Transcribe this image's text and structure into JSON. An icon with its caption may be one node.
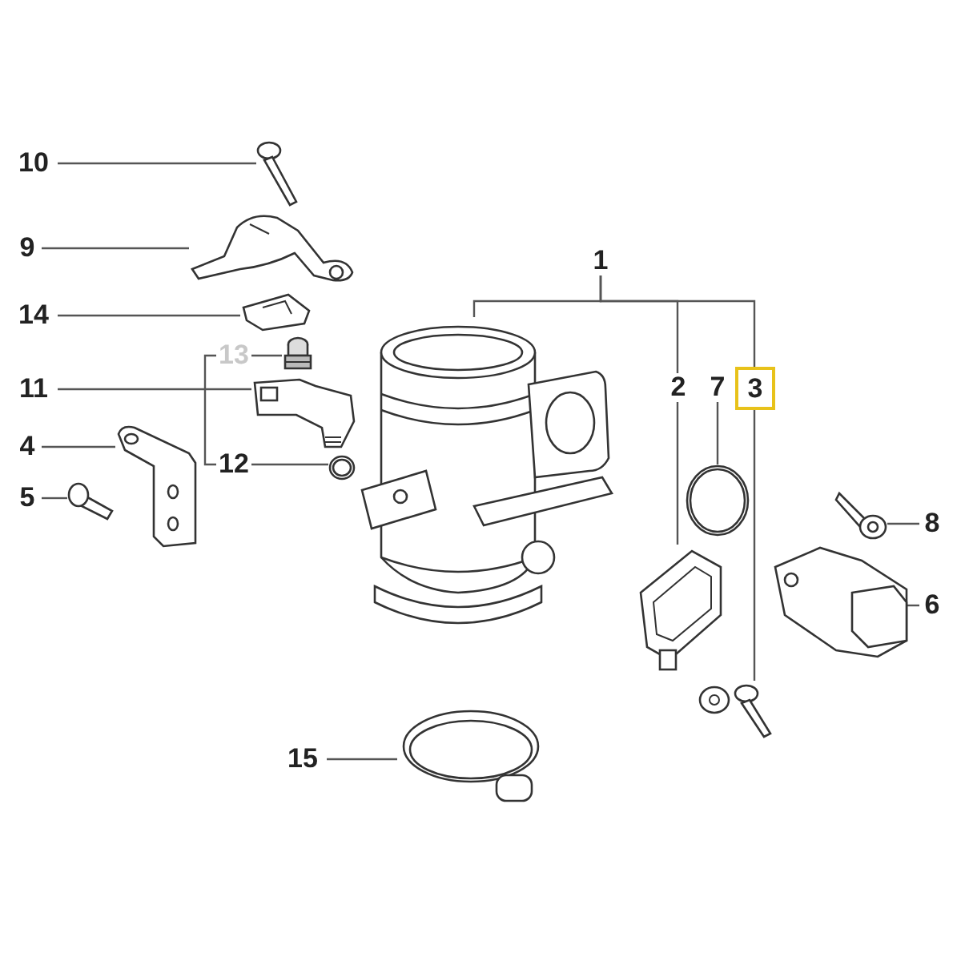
{
  "diagram": {
    "nodes": [
      {
        "text": [
          "10"
        ]
      },
      {
        "text": [],
        "shape": "picture"
      },
      {
        "text": [
          "9"
        ]
      },
      {
        "text": [],
        "shape": "picture"
      },
      {
        "text": [
          "14"
        ]
      },
      {
        "text": [],
        "shape": "picture"
      },
      {
        "text": [
          "13"
        ]
      },
      {
        "text": [],
        "shape": "picture"
      },
      {
        "text": [
          "11"
        ]
      },
      {
        "text": [],
        "shape": "picture"
      },
      {
        "text": [
          "4"
        ]
      },
      {
        "text": [],
        "shape": "picture"
      },
      {
        "text": [
          "12"
        ]
      },
      {
        "text": [],
        "shape": "picture"
      },
      {
        "text": [
          "5"
        ]
      },
      {
        "text": [],
        "shape": "picture"
      },
      {
        "text": [
          "1"
        ]
      },
      {
        "text": [],
        "shape": "picture"
      },
      {
        "text": [
          "2"
        ]
      },
      {
        "text": [],
        "shape": "picture"
      },
      {
        "text": [
          "7"
        ]
      },
      {
        "text": [],
        "shape": "picture"
      },
      {
        "text": [
          "3"
        ]
      },
      {
        "text": [],
        "shape": "picture"
      },
      {
        "text": [
          "8"
        ]
      },
      {
        "text": [],
        "shape": "picture"
      },
      {
        "text": [
          "6"
        ]
      },
      {
        "text": [],
        "shape": "picture"
      },
      {
        "text": [
          "15"
        ]
      },
      {
        "text": [],
        "shape": "picture"
      }
    ],
    "edges": [
      {
        "from": 0,
        "to": 1,
        "arrow": "none"
      },
      {
        "from": 2,
        "to": 3,
        "arrow": "none"
      },
      {
        "from": 4,
        "to": 5,
        "arrow": "none"
      },
      {
        "from": 6,
        "to": 7,
        "arrow": "none"
      },
      {
        "from": 8,
        "to": 9,
        "arrow": "none"
      },
      {
        "from": 10,
        "to": 11,
        "arrow": "none"
      },
      {
        "from": 12,
        "to": 13,
        "arrow": "none"
      },
      {
        "from": 12,
        "to": 6,
        "arrow": "none"
      },
      {
        "from": 14,
        "to": 15,
        "arrow": "none"
      },
      {
        "from": 16,
        "to": 17,
        "arrow": "none"
      },
      {
        "from": 16,
        "to": 18,
        "arrow": "none"
      },
      {
        "from": 16,
        "to": 22,
        "arrow": "none"
      },
      {
        "from": 18,
        "to": 19,
        "arrow": "none"
      },
      {
        "from": 20,
        "to": 21,
        "arrow": "none"
      },
      {
        "from": 22,
        "to": 23,
        "arrow": "none"
      },
      {
        "from": 24,
        "to": 25,
        "arrow": "none"
      },
      {
        "from": 26,
        "to": 27,
        "arrow": "none"
      },
      {
        "from": 28,
        "to": 29,
        "arrow": "none"
      }
    ]
  }
}
